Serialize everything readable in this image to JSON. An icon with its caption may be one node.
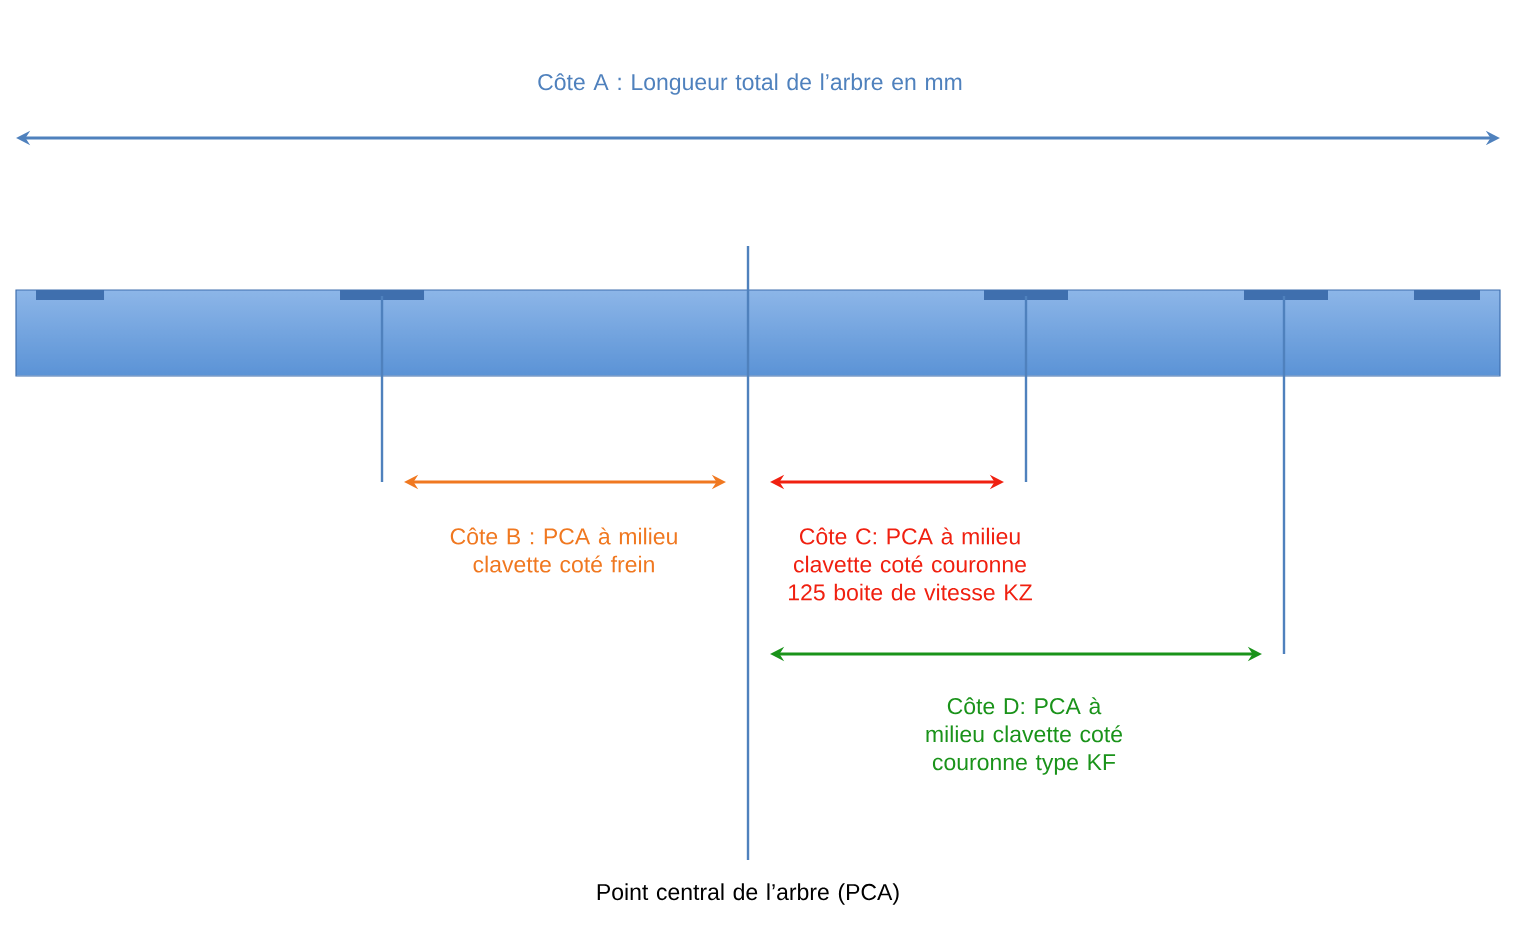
{
  "diagram": {
    "labels": [
      "Côte A : Longueur total de l’arbre en mm",
      "Côte B : PCA à milieu clavette coté frein",
      "Côte C: PCA à milieu clavette coté couronne 125 boite de vitesse KZ",
      "Côte D: PCA à milieu clavette coté couronne type KF",
      "Point central de l’arbre (PCA)"
    ]
  }
}
